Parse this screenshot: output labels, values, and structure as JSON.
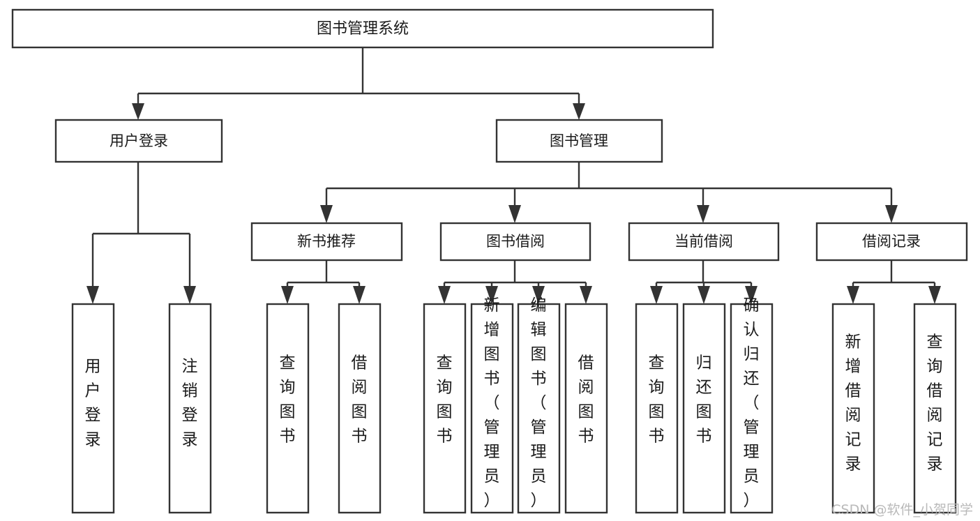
{
  "diagram": {
    "type": "tree-hierarchy-chart",
    "title": "图书管理系统",
    "orientation": "top-down",
    "colors": {
      "box_fill": "#ffffff",
      "box_stroke": "#333333",
      "connector": "#333333",
      "text": "#1a1a1a",
      "watermark": "#b9b9b9",
      "background": "#ffffff"
    },
    "root": {
      "label": "图书管理系统",
      "orientation": "horizontal"
    },
    "level2": [
      {
        "id": "user-login",
        "label": "用户登录",
        "orientation": "horizontal"
      },
      {
        "id": "book-manage",
        "label": "图书管理",
        "orientation": "horizontal"
      }
    ],
    "level3": [
      {
        "id": "new-book-recommend",
        "label": "新书推荐",
        "orientation": "horizontal",
        "parent": "book-manage"
      },
      {
        "id": "book-borrow",
        "label": "图书借阅",
        "orientation": "horizontal",
        "parent": "book-manage"
      },
      {
        "id": "current-borrow",
        "label": "当前借阅",
        "orientation": "horizontal",
        "parent": "book-manage"
      },
      {
        "id": "borrow-record",
        "label": "借阅记录",
        "orientation": "horizontal",
        "parent": "book-manage"
      }
    ],
    "leaves": [
      {
        "id": "leaf-user-login",
        "label": "用户登录",
        "parent": "user-login",
        "orientation": "vertical"
      },
      {
        "id": "leaf-user-logout",
        "label": "注销登录",
        "parent": "user-login",
        "orientation": "vertical"
      },
      {
        "id": "leaf-query-book-1",
        "label": "查询图书",
        "parent": "new-book-recommend",
        "orientation": "vertical"
      },
      {
        "id": "leaf-borrow-book-1",
        "label": "借阅图书",
        "parent": "new-book-recommend",
        "orientation": "vertical"
      },
      {
        "id": "leaf-query-book-2",
        "label": "查询图书",
        "parent": "book-borrow",
        "orientation": "vertical"
      },
      {
        "id": "leaf-add-book",
        "label": "新增图书（管理员）",
        "parent": "book-borrow",
        "orientation": "vertical"
      },
      {
        "id": "leaf-edit-book",
        "label": "编辑图书（管理员）",
        "parent": "book-borrow",
        "orientation": "vertical"
      },
      {
        "id": "leaf-borrow-book-2",
        "label": "借阅图书",
        "parent": "book-borrow",
        "orientation": "vertical"
      },
      {
        "id": "leaf-query-book-3",
        "label": "查询图书",
        "parent": "current-borrow",
        "orientation": "vertical"
      },
      {
        "id": "leaf-return-book",
        "label": "归还图书",
        "parent": "current-borrow",
        "orientation": "vertical"
      },
      {
        "id": "leaf-confirm-return",
        "label": "确认归还（管理员）",
        "parent": "current-borrow",
        "orientation": "vertical"
      },
      {
        "id": "leaf-add-record",
        "label": "新增借阅记录",
        "parent": "borrow-record",
        "orientation": "vertical"
      },
      {
        "id": "leaf-query-record",
        "label": "查询借阅记录",
        "parent": "borrow-record",
        "orientation": "vertical"
      }
    ]
  },
  "watermark": {
    "text": "CSDN @软件_小贺同学"
  }
}
